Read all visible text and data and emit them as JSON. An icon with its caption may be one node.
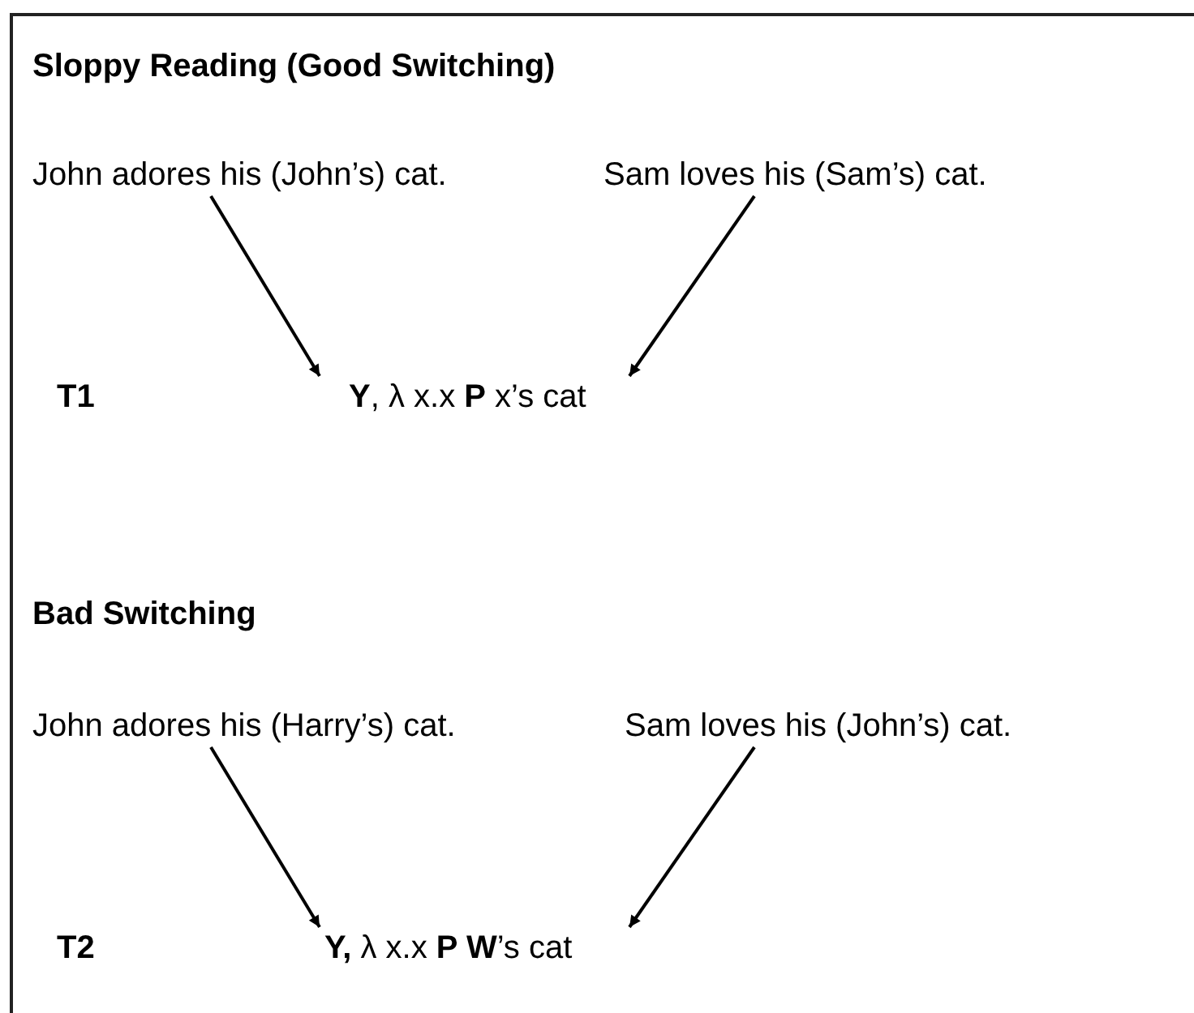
{
  "diagram": {
    "nodes": [
      {
        "text": [
          "John adores his (John’s) cat."
        ]
      },
      {
        "text": [
          "Sam loves his (Sam’s) cat."
        ]
      },
      {
        "text": [
          "**Y**, λ x.x **P** x’s cat"
        ]
      },
      {
        "text": [
          "John adores his (Harry’s) cat."
        ]
      },
      {
        "text": [
          "Sam loves his (John’s) cat."
        ]
      },
      {
        "text": [
          "**Y,** λ x.x **P W**’s cat"
        ]
      }
    ],
    "edges": [
      {
        "from": 0,
        "to": 2,
        "arrow": "to"
      },
      {
        "from": 1,
        "to": 2,
        "arrow": "to"
      },
      {
        "from": 3,
        "to": 5,
        "arrow": "to"
      },
      {
        "from": 4,
        "to": 5,
        "arrow": "to"
      }
    ],
    "labels": [
      "Sloppy Reading (Good Switching)",
      "T1",
      "Bad Switching",
      "T2"
    ]
  }
}
